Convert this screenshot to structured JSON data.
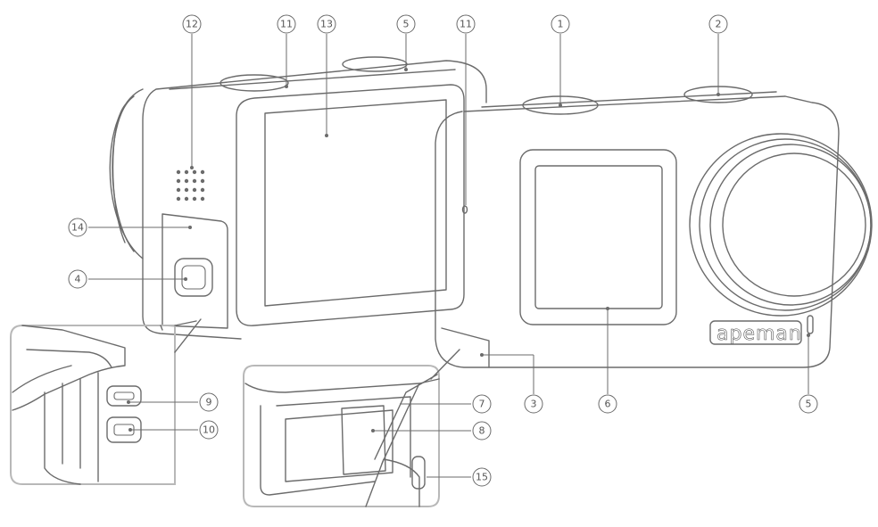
{
  "diagram": {
    "brand_logo": "apeman",
    "callouts": {
      "c1": "1",
      "c2": "2",
      "c3": "3",
      "c4": "4",
      "c5a": "5",
      "c5b": "5",
      "c6": "6",
      "c7": "7",
      "c8": "8",
      "c9": "9",
      "c10": "10",
      "c11a": "11",
      "c11b": "11",
      "c12": "12",
      "c13": "13",
      "c14": "14",
      "c15": "15"
    }
  }
}
